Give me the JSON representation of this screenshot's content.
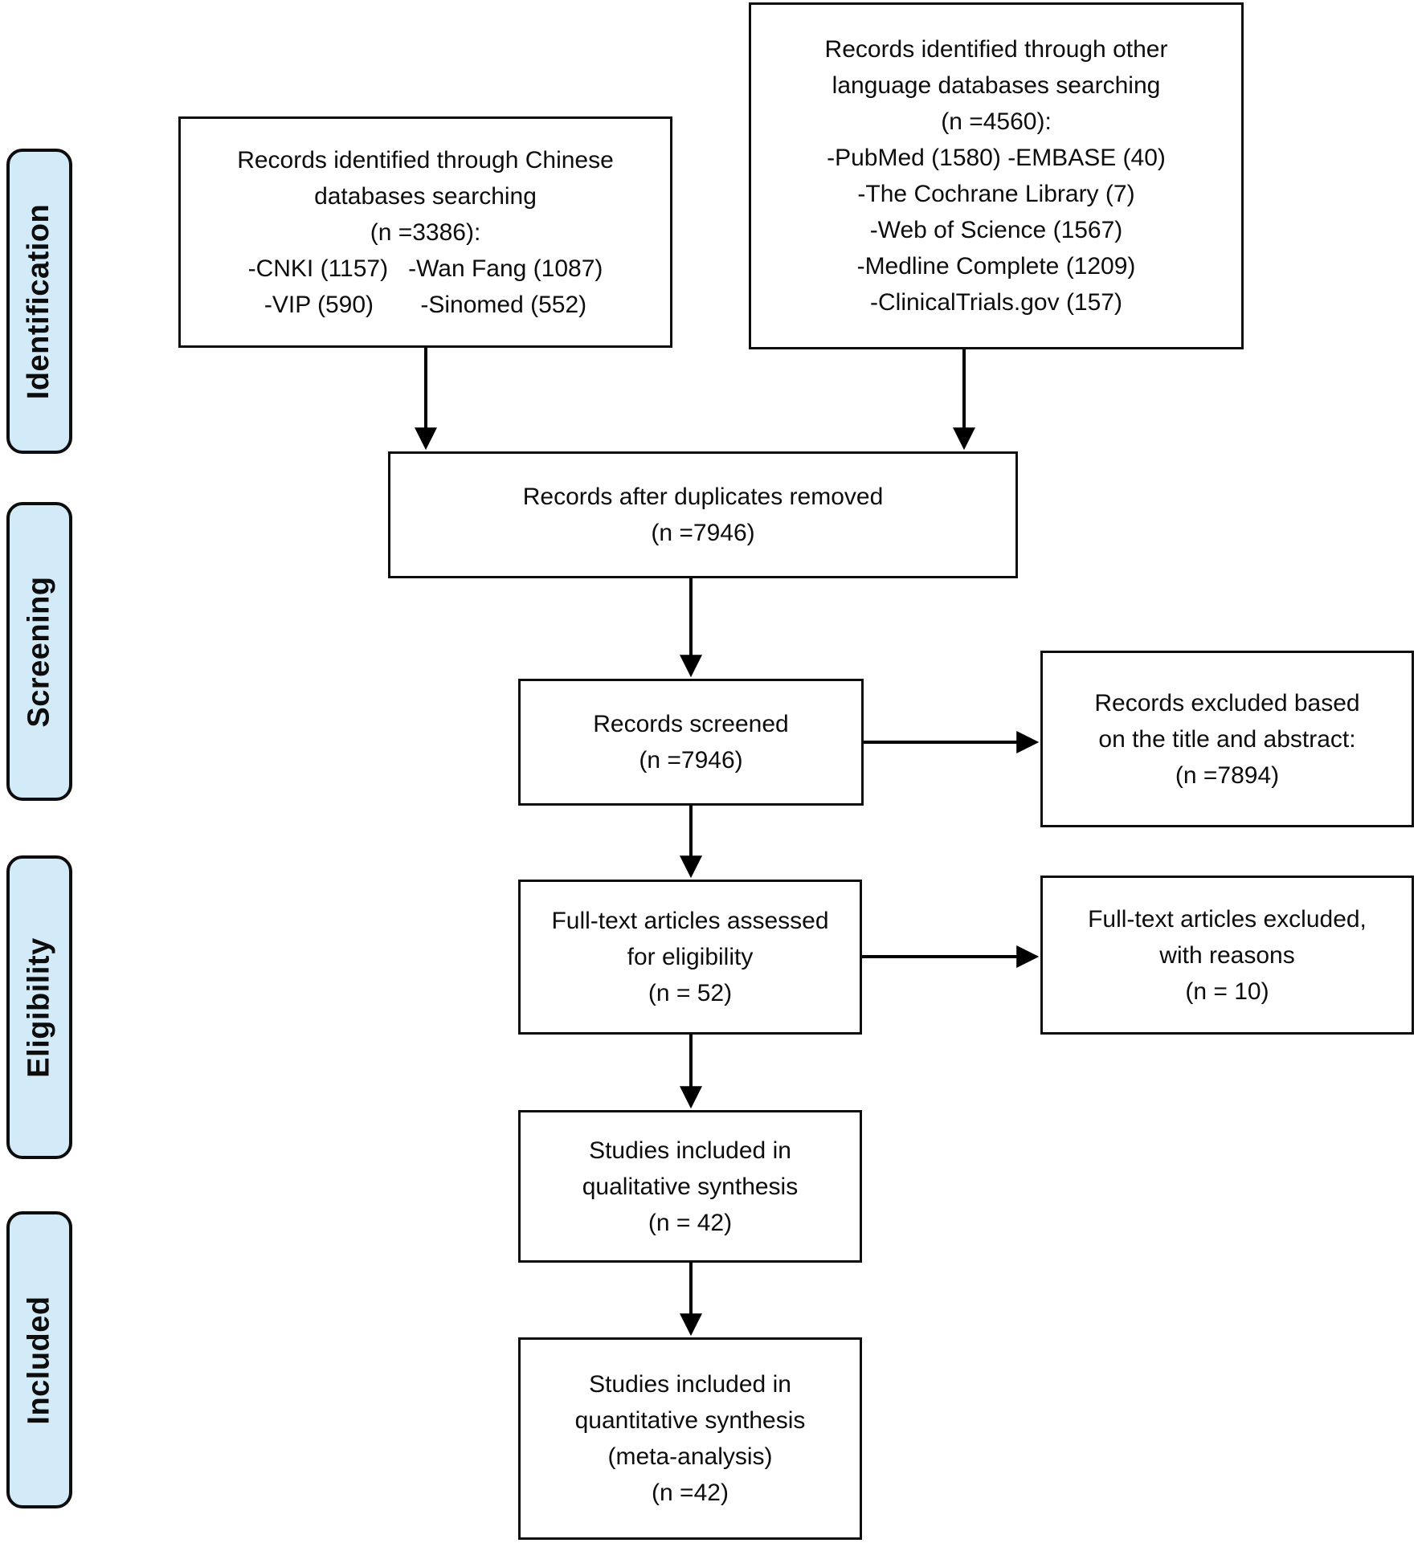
{
  "stages": [
    {
      "id": "identification",
      "label": "Identification"
    },
    {
      "id": "screening",
      "label": "Screening"
    },
    {
      "id": "eligibility",
      "label": "Eligibility"
    },
    {
      "id": "included",
      "label": "Included"
    }
  ],
  "boxes": {
    "chinese_db": {
      "lines": [
        "Records identified through Chinese",
        "databases searching",
        "(n =3386):",
        "-CNKI (1157)   -Wan Fang (1087)",
        "-VIP (590)       -Sinomed (552)"
      ]
    },
    "other_db": {
      "lines": [
        "Records identified through other",
        "language databases searching",
        "(n =4560):",
        "-PubMed (1580) -EMBASE (40)",
        "-The Cochrane Library (7)",
        "-Web of Science (1567)",
        "-Medline Complete (1209)",
        "-ClinicalTrials.gov (157)"
      ]
    },
    "duplicates_removed": {
      "lines": [
        "Records after duplicates removed",
        "(n =7946)"
      ]
    },
    "records_screened": {
      "lines": [
        "Records screened",
        "(n =7946)"
      ]
    },
    "excluded_title_abstract": {
      "lines": [
        "Records excluded based",
        "on the title and abstract:",
        "(n =7894)"
      ]
    },
    "fulltext_assessed": {
      "lines": [
        "Full-text articles assessed",
        "for eligibility",
        "(n = 52)"
      ]
    },
    "fulltext_excluded": {
      "lines": [
        "Full-text articles excluded,",
        "with reasons",
        "(n = 10)"
      ]
    },
    "qualitative_synthesis": {
      "lines": [
        "Studies included in",
        "qualitative synthesis",
        "(n = 42)"
      ]
    },
    "quantitative_synthesis": {
      "lines": [
        "Studies included in",
        "quantitative synthesis",
        "(meta-analysis)",
        "(n =42)"
      ]
    }
  },
  "colors": {
    "stage_fill": "#d3eaf8",
    "stage_border": "#0d0d0d",
    "box_fill": "#ffffff",
    "box_border": "#0d0d0d",
    "arrow": "#000000",
    "text": "#111111"
  }
}
